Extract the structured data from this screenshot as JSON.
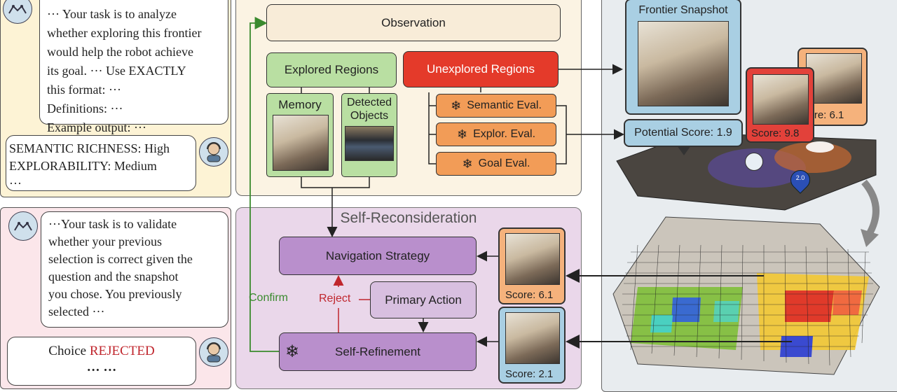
{
  "left_top": {
    "prompt_lines": [
      "··· Your task is to analyze",
      "whether exploring this frontier",
      "would help the robot achieve",
      "its goal. ··· Use EXACTLY",
      "this format: ···",
      "Definitions: ···",
      "Example output: ···"
    ],
    "answer_lines": [
      "SEMANTIC RICHNESS: High",
      "EXPLORABILITY: Medium",
      "···"
    ]
  },
  "left_bottom": {
    "prompt_lines": [
      "···Your task is to validate",
      "whether your previous",
      "selection is correct given the",
      "question and the snapshot",
      "you chose. You previously",
      "selected ···"
    ],
    "choice_label": "Choice",
    "choice_status": "REJECTED",
    "choice_ellipsis": "··· ···"
  },
  "center": {
    "observation": "Observation",
    "explored": "Explored Regions",
    "unexplored": "Unexplored Regions",
    "memory": "Memory",
    "detected_objects": "Detected Objects",
    "semantic_eval": "Semantic Eval.",
    "explor_eval": "Explor. Eval.",
    "goal_eval": "Goal Eval.",
    "self_reconsideration": "Self-Reconsideration",
    "navigation_strategy": "Navigation Strategy",
    "primary_action": "Primary Action",
    "self_refinement": "Self-Refinement",
    "confirm": "Confirm",
    "reject": "Reject"
  },
  "right": {
    "frontier_snapshot": "Frontier Snapshot",
    "potential_score": "Potential Score: 1.9",
    "score_red": "Score: 9.8",
    "score_orange_top": "core: 6.1",
    "score_orange": "Score: 6.1",
    "score_blue": "Score: 2.1",
    "map_marker": "2.0"
  },
  "colors": {
    "green_arrow": "#3a8a2e",
    "red_arrow": "#c0262d",
    "unexplored_red": "#e43a2a",
    "eval_orange": "#f29c57",
    "nav_purple": "#b98fcc"
  }
}
